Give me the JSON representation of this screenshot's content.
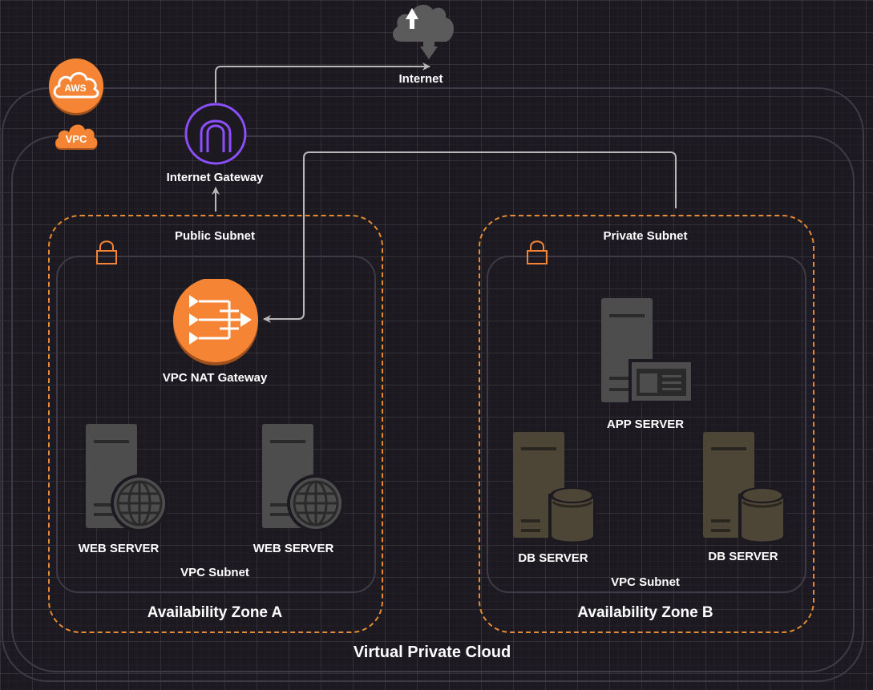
{
  "labels": {
    "internet": "Internet",
    "internet_gateway": "Internet Gateway",
    "public_subnet": "Public Subnet",
    "private_subnet": "Private Subnet",
    "vpc_nat_gateway": "VPC NAT Gateway",
    "app_server": "APP SERVER",
    "web_server_1": "WEB SERVER",
    "web_server_2": "WEB SERVER",
    "db_server_1": "DB SERVER",
    "db_server_2": "DB SERVER",
    "vpc_subnet_a": "VPC Subnet",
    "vpc_subnet_b": "VPC Subnet",
    "availability_zone_a": "Availability Zone A",
    "availability_zone_b": "Availability Zone B",
    "virtual_private_cloud": "Virtual Private Cloud"
  },
  "badges": {
    "aws": "AWS",
    "vpc": "VPC"
  },
  "colors": {
    "background": "#1c1a20",
    "aws_orange": "#f58534",
    "zone_dash": "#e68a35",
    "gateway_purple": "#8c4fff",
    "server_gray": "#4d4d4d",
    "db_server": "#4d4536",
    "connector": "#b8b8b8"
  },
  "icons": {
    "internet": "cloud-upload-icon",
    "aws": "aws-cloud-icon",
    "vpc": "vpc-cloud-icon",
    "internet_gateway": "internet-gateway-icon",
    "nat_gateway": "nat-gateway-icon",
    "lock": "lock-icon",
    "web_server": "web-server-icon",
    "app_server": "app-server-icon",
    "db_server": "db-server-icon"
  }
}
